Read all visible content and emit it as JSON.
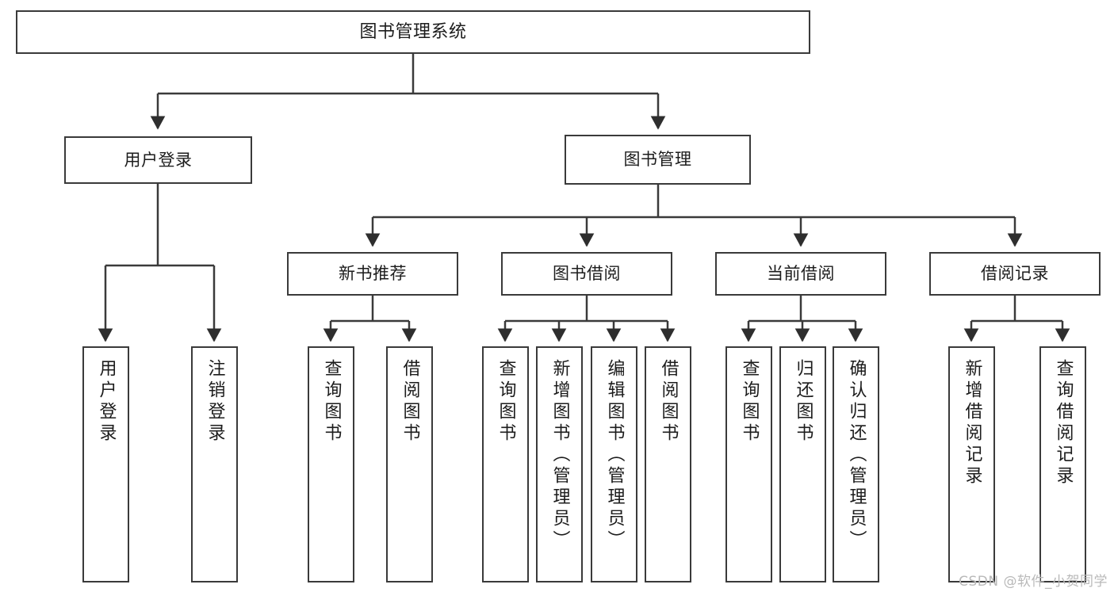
{
  "diagram": {
    "title": "图书管理系统",
    "root": {
      "id": "root",
      "label": "图书管理系统"
    },
    "level2": [
      {
        "id": "login",
        "label": "用户登录"
      },
      {
        "id": "bookmgmt",
        "label": "图书管理"
      }
    ],
    "level3": [
      {
        "id": "newbook",
        "label": "新书推荐"
      },
      {
        "id": "borrow",
        "label": "图书借阅"
      },
      {
        "id": "current",
        "label": "当前借阅"
      },
      {
        "id": "records",
        "label": "借阅记录"
      }
    ],
    "leaves": {
      "login": [
        {
          "id": "user-login",
          "label": "用户登录"
        },
        {
          "id": "user-logout",
          "label": "注销登录"
        }
      ],
      "newbook": [
        {
          "id": "query-book-1",
          "label": "查询图书"
        },
        {
          "id": "borrow-book-1",
          "label": "借阅图书"
        }
      ],
      "borrow": [
        {
          "id": "query-book-2",
          "label": "查询图书"
        },
        {
          "id": "add-book",
          "label": "新增图书（管理员）"
        },
        {
          "id": "edit-book",
          "label": "编辑图书（管理员）"
        },
        {
          "id": "borrow-book-2",
          "label": "借阅图书"
        }
      ],
      "current": [
        {
          "id": "query-book-3",
          "label": "查询图书"
        },
        {
          "id": "return-book",
          "label": "归还图书"
        },
        {
          "id": "confirm-return",
          "label": "确认归还（管理员）"
        }
      ],
      "records": [
        {
          "id": "add-record",
          "label": "新增借阅记录"
        },
        {
          "id": "query-record",
          "label": "查询借阅记录"
        }
      ]
    },
    "colors": {
      "stroke": "#3a3a3a",
      "fill": "#ffffff",
      "text": "#1c1c1c",
      "watermark": "#b9b9b9"
    }
  },
  "watermark": {
    "text": "CSDN @软件_小贺同学"
  }
}
